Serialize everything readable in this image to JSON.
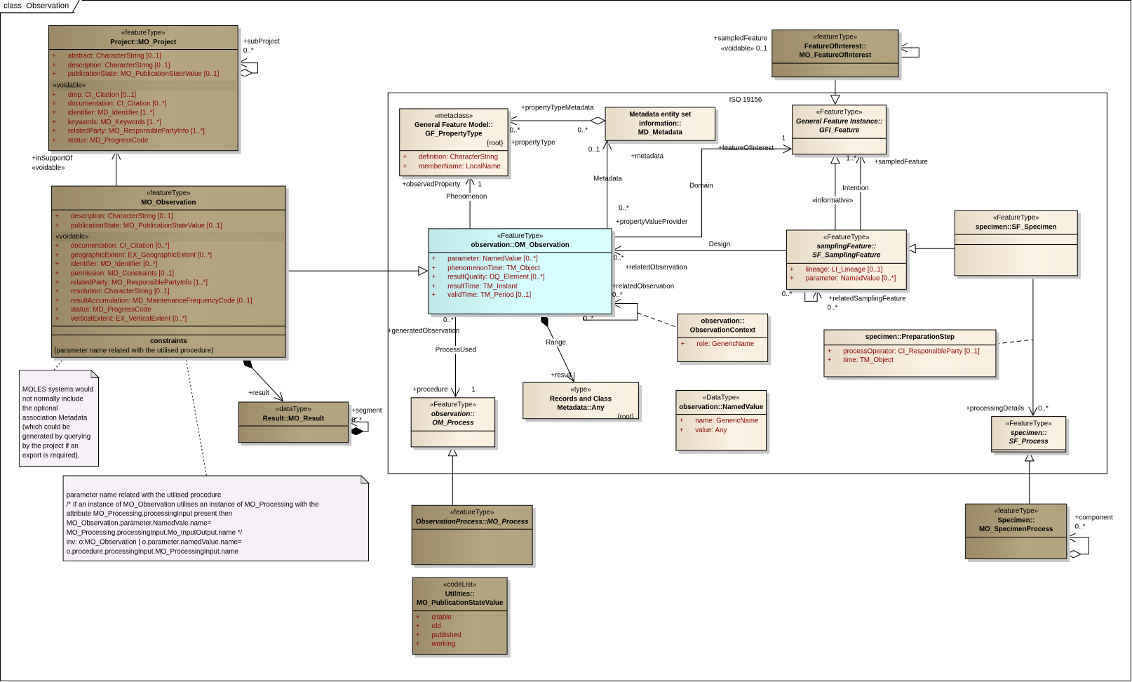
{
  "diagram": {
    "kind": "class",
    "title": "Observation"
  },
  "iso_package": {
    "label": "ISO 19156"
  },
  "attr_visibility": "+",
  "colors": {
    "dark_class": "#b3a37d",
    "light_class": "#fbf1e2",
    "focus_class": "#d6ffff",
    "attribute_text": "#8b0000",
    "note": "#f6f1f6"
  },
  "classes": {
    "mo_project": {
      "stereotype": "«featureType»",
      "name": [
        "Project::MO_Project"
      ],
      "attrs": [
        "abstract:  CharacterString [0..1]",
        "description:  CharacterString [0..1]",
        "publicationState:  MO_PublicationStateValue [0..1]"
      ],
      "voidable_label": "«voidable»",
      "voidable": [
        "dmp:  CI_Citation [0..1]",
        "documentation:  CI_Citation [0..*]",
        "identifier:  MD_Identifier [1..*]",
        "keywords:  MD_Keywords [1..*]",
        "relatedParty:  MO_ResponsiblePartyInfo [1..*]",
        "status:  MD_ProgressCode"
      ]
    },
    "mo_observation": {
      "stereotype": "«featureType»",
      "name": [
        "MO_Observation"
      ],
      "attrs": [
        "description:  CharacterString [0..1]",
        "publicationState:  MO_PublicationStateValue [0..1]"
      ],
      "voidable_label": "«voidable»",
      "voidable": [
        "documentation:  CI_Citation [0..*]",
        "geographicExtent:  EX_GeographicExtent [0..*]",
        "identifier:  MD_Identifier [0..*]",
        "permission:  MD_Constraints [0..1]",
        "relatedParty:  MO_ResponsiblePartyInfo [1..*]",
        "resolution:  CharacterString [0..1]",
        "resultAccumulation:  MD_MaintenanceFrequencyCode [0..1]",
        "status:  MD_ProgressCode",
        "verticalExtent:  EX_VerticalExtent [0..*]"
      ],
      "constraints_title": "constraints",
      "constraints_text": "{parameter name related with the utilised procedure}"
    },
    "mo_result": {
      "stereotype": "«dataType»",
      "name": [
        "Result::MO_Result"
      ],
      "attrs": []
    },
    "gf_property_type": {
      "stereotype": "«metaclass»",
      "name": [
        "General Feature Model::",
        "GF_PropertyType"
      ],
      "tag": "{root}",
      "attrs": [
        "definition:  CharacterString",
        "memberName:  LocalName"
      ]
    },
    "md_metadata": {
      "name": [
        "Metadata entity set information::",
        "MD_Metadata"
      ],
      "attrs": []
    },
    "gfi_feature": {
      "stereotype": "«FeatureType»",
      "name": [
        "General Feature Instance::",
        "GFI_Feature"
      ],
      "attrs": []
    },
    "mo_feature_of_interest": {
      "stereotype": "«featureType»",
      "name": [
        "FeatureOfInterest::",
        "MO_FeatureOfInterest"
      ],
      "attrs": []
    },
    "om_observation": {
      "stereotype": "«FeatureType»",
      "name": [
        "observation::OM_Observation"
      ],
      "attrs": [
        "parameter:  NamedValue [0..*]",
        "phenomenonTime:  TM_Object",
        "resultQuality:  DQ_Element [0..*]",
        "resultTime:  TM_Instant",
        "validTime:  TM_Period [0..1]"
      ]
    },
    "sf_sampling_feature": {
      "stereotype": "«FeatureType»",
      "name": [
        "samplingFeature::",
        "SF_SamplingFeature"
      ],
      "attrs": [
        "lineage:  LI_Lineage [0..1]",
        "parameter:  NamedValue [0..*]"
      ]
    },
    "sf_specimen": {
      "stereotype": "«FeatureType»",
      "name": [
        "specimen::SF_Specimen"
      ],
      "attrs": []
    },
    "observation_context": {
      "name": [
        "observation::",
        "ObservationContext"
      ],
      "attrs": [
        "role:  GenericName"
      ]
    },
    "preparation_step": {
      "name": [
        "specimen::PreparationStep"
      ],
      "attrs": [
        "processOperator:  CI_ResponsibleParty [0..1]",
        "time:  TM_Object"
      ]
    },
    "om_process": {
      "stereotype": "«FeatureType»",
      "name": [
        "observation::",
        "OM_Process"
      ],
      "attrs": []
    },
    "any": {
      "stereotype": "«type»",
      "name": [
        "Records and Class Metadata::Any"
      ],
      "tag": "{root}"
    },
    "named_value": {
      "stereotype": "«DataType»",
      "name": [
        "observation::NamedValue"
      ],
      "attrs": [
        "name:  GenericName",
        "value:  Any"
      ]
    },
    "sf_process": {
      "stereotype": "«FeatureType»",
      "name": [
        "specimen::",
        "SF_Process"
      ]
    },
    "mo_process": {
      "stereotype": "«featureType»",
      "name": [
        "ObservationProcess::MO_Process"
      ],
      "attrs": []
    },
    "mo_publication_state_value": {
      "stereotype": "«codeList»",
      "name": [
        "Utilities::",
        "MO_PublicationStateValue"
      ],
      "attrs": [
        "citable",
        "old",
        "published",
        "working"
      ]
    },
    "mo_specimen_process": {
      "stereotype": "«featureType»",
      "name": [
        "Specimen::",
        "MO_SpecimenProcess"
      ],
      "attrs": []
    }
  },
  "notes": {
    "moles_note": [
      "MOLES systems would",
      "not normally include",
      "the optional",
      "association Metadata",
      "(which could be",
      "generated by querying",
      "by the project if an",
      "export is required)."
    ],
    "constraint_note": [
      "parameter name related with the utilised procedure",
      "/* If an instance of MO_Observation utilises an instance of MO_Processing with  the",
      "attribute MO_Processing.processingInput  present then",
      "MO_Observation.parameter.NamedVale.name=",
      "MO_Processing.processingInput.Mo_InputOutput.name */",
      "inv: o:MO_Observation |   o.parameter.namedValue.name=",
      "o.procedure.processingInput.MO_ProcessingInput.name"
    ]
  },
  "labels": {
    "sub_project": "+subProject",
    "sub_project_mult": "0..*",
    "in_support_of": "+inSupportOf",
    "in_support_of_stereo": "«voidable»",
    "property_type_metadata": "+propertyTypeMetadata",
    "ptm_mult_a": "0..*",
    "ptm_mult_b": "0..*",
    "property_type": "+propertyType",
    "metadata_mult": "0..1",
    "metadata_role": "+metadata",
    "metadata_assoc": "Metadata",
    "feature_of_interest": "+featureOfInterest",
    "foi_mult": "1",
    "domain": "Domain",
    "pvp_mult": "0..*",
    "property_value_provider": "+propertyValueProvider",
    "observed_property": "+observedProperty",
    "op_mult": "1",
    "phenomenon": "Phenomenon",
    "sampled_feature": "+sampledFeature",
    "sf_mult": "1..*",
    "intention": "Intention",
    "informative": "«informative»",
    "foi_sampled_feature": "+sampledFeature",
    "foi_voidable_mult": "«voidable» 0..1",
    "design": "Design",
    "design_mult": "0..*",
    "related_observation_a": "+relatedObservation",
    "related_observation_b": "+relatedObservation",
    "ro_mult_b": "0..*",
    "ro_mult_c": "0..*",
    "rsf_mult_a": "0..*",
    "related_sampling_feature": "+relatedSamplingFeature",
    "rsf_mult_b": "0..*",
    "go_mult": "0..*",
    "generated_observation": "+generatedObservation",
    "process_used": "ProcessUsed",
    "procedure": "+procedure",
    "procedure_mult": "1",
    "range": "Range",
    "om_result": "+result",
    "mo_result_role": "+result",
    "segment": "+segment",
    "segment_mult": "0..*",
    "processing_details": "+processingDetails",
    "pd_mult": "0..*",
    "component": "+component",
    "component_mult": "0..*"
  }
}
